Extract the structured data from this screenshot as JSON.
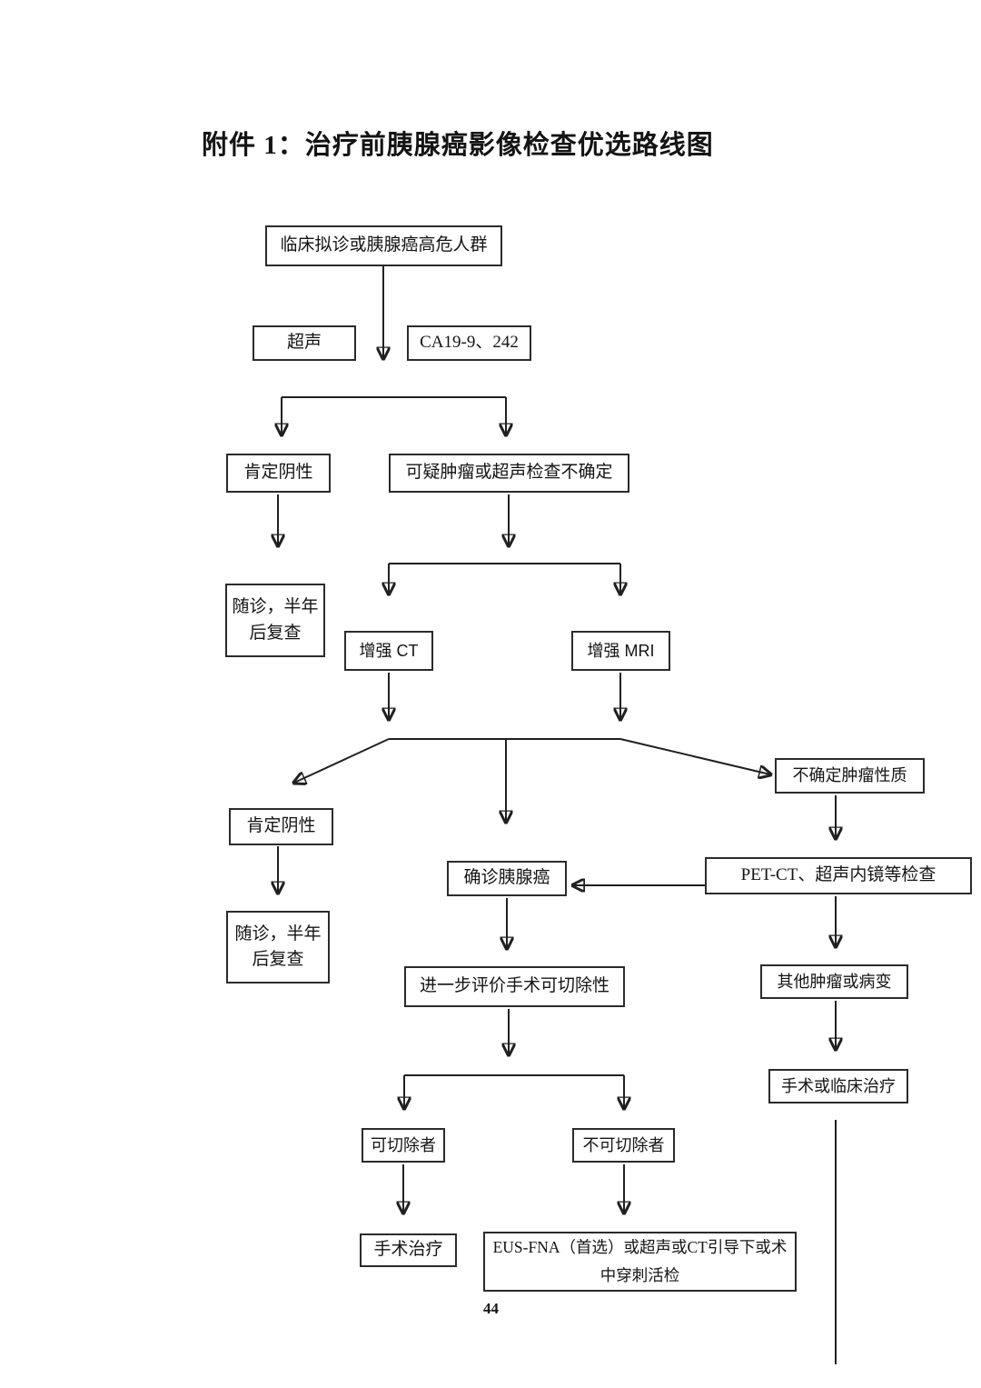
{
  "page": {
    "title": "附件 1：治疗前胰腺癌影像检查优选路线图",
    "page_number": "44"
  },
  "flowchart": {
    "nodes": {
      "clinical_suspicion": "临床拟诊或胰腺癌高危人群",
      "ultrasound": "超声",
      "tumor_markers": "CA19-9、242",
      "definite_negative_1": "肯定阴性",
      "suspicious_or_uncertain": "可疑肿瘤或超声检查不确定",
      "followup_1": "随诊，半年\n后复查",
      "enhanced_ct": "增强 CT",
      "enhanced_mri": "增强 MRI",
      "definite_negative_2": "肯定阴性",
      "uncertain_tumor_nature": "不确定肿瘤性质",
      "confirmed_cancer": "确诊胰腺癌",
      "pet_ct_eus": "PET-CT、超声内镜等检查",
      "followup_2": "随诊，半年\n后复查",
      "evaluate_resectability": "进一步评价手术可切除性",
      "other_tumor_lesion": "其他肿瘤或病变",
      "surgery_or_clinical": "手术或临床治疗",
      "resectable": "可切除者",
      "unresectable": "不可切除者",
      "surgical_treatment": "手术治疗",
      "eus_fna_biopsy": "EUS-FNA（首选）或超声或CT引导下或术\n中穿刺活检"
    }
  }
}
